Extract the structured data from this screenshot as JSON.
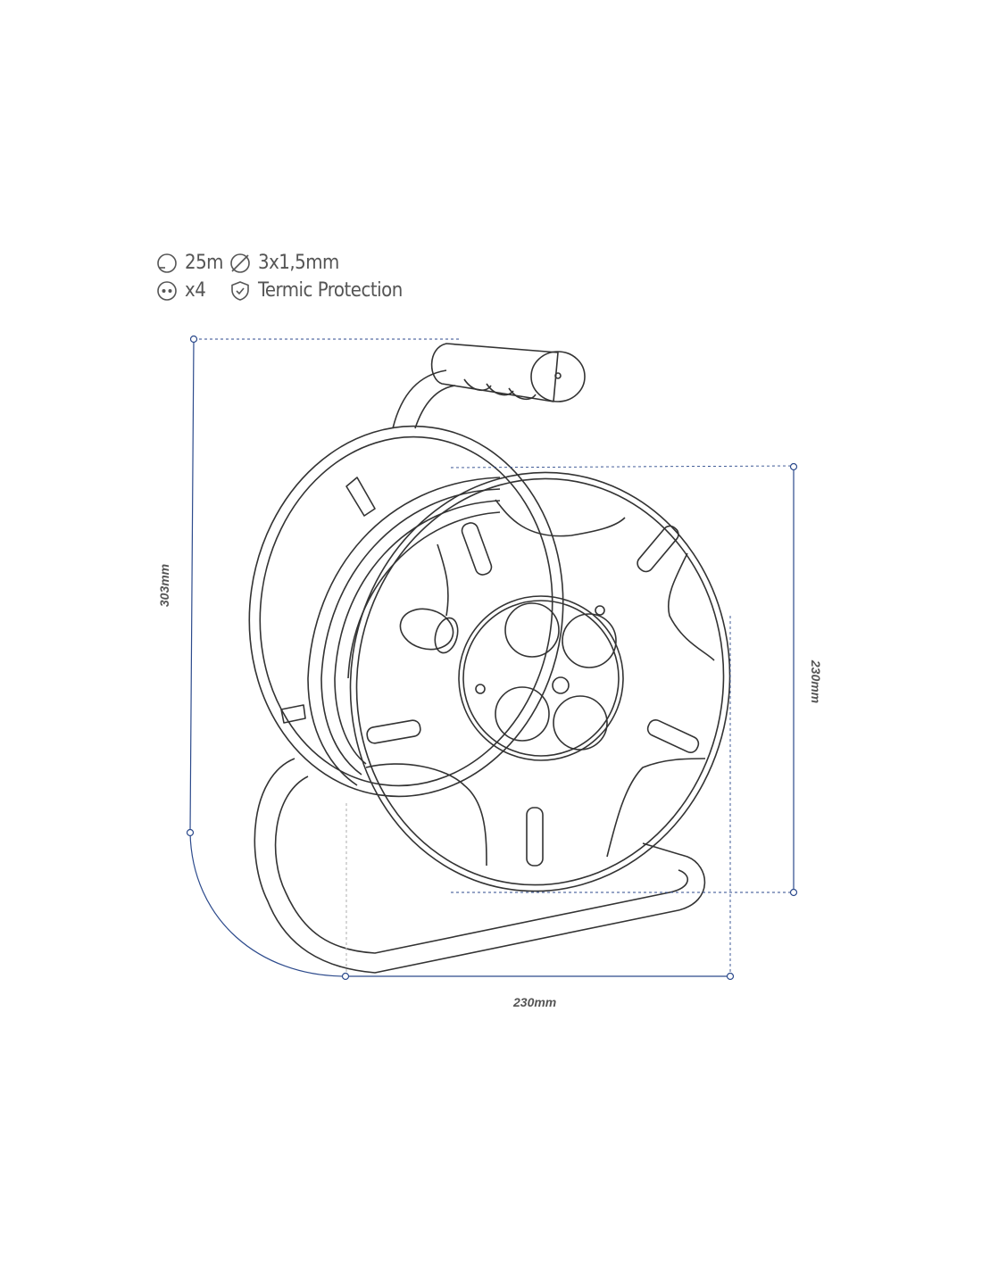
{
  "specs": {
    "length": "25m",
    "section": "3x1,5mm",
    "sockets": "x4",
    "protection": "Termic Protection"
  },
  "dimensions": {
    "height": "303mm",
    "width": "230mm",
    "diameter": "230mm"
  },
  "colors": {
    "line": "#333333",
    "dimension": "#2c4a8c",
    "text": "#555555"
  }
}
